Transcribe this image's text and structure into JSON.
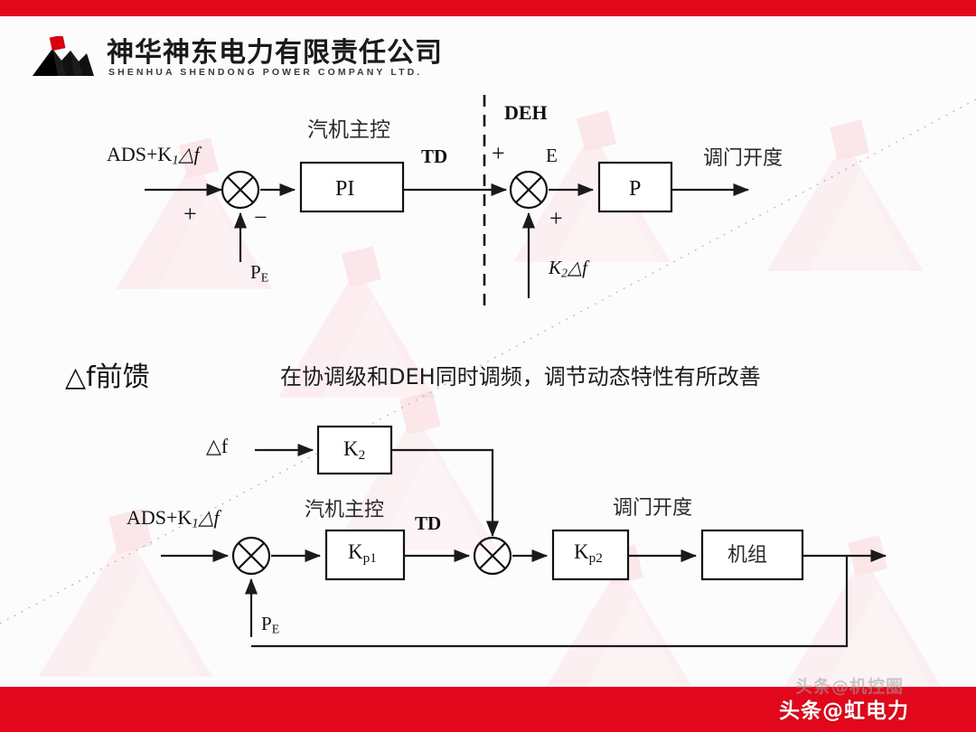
{
  "slide": {
    "accent_color": "#e3071c",
    "background_color": "#fdfcfd",
    "line_color": "#1a1a1a"
  },
  "header": {
    "logo_cn": "神华神东电力有限责任公司",
    "logo_en": "SHENHUA  SHENDONG  POWER  COMPANY  LTD.",
    "logo_icon": "mountain-logo"
  },
  "diagram1": {
    "input_label": "ADS+K",
    "input_sub": "1",
    "input_tail": "△f",
    "sum1_plus": "+",
    "sum1_minus": "−",
    "feedback_label": "P",
    "feedback_sub": "E",
    "block_pi_title": "汽机主控",
    "block_pi": "PI",
    "signal_td": "TD",
    "section_deh": "DEH",
    "sum2_plus_top": "+",
    "sum2_plus_bottom": "+",
    "error_label": "E",
    "block_p": "P",
    "k2_label": "K",
    "k2_sub": "2",
    "k2_tail": "△f",
    "output_label": "调门开度"
  },
  "middle": {
    "title": "△f前馈",
    "caption": "在协调级和DEH同时调频，调节动态特性有所改善"
  },
  "diagram2": {
    "df_input": "△f",
    "block_k2": "K",
    "block_k2_sub": "2",
    "input_label": "ADS+K",
    "input_sub": "1",
    "input_tail": "△f",
    "block_kp1_title": "汽机主控",
    "block_kp1": "K",
    "block_kp1_sub": "p1",
    "signal_td": "TD",
    "block_kp2": "K",
    "block_kp2_sub": "p2",
    "block_unit": "机组",
    "output_label": "调门开度",
    "feedback_label": "P",
    "feedback_sub": "E"
  },
  "footer": {
    "watermark": "头条@机控圈",
    "watermark_main": "头条@虹电力"
  }
}
